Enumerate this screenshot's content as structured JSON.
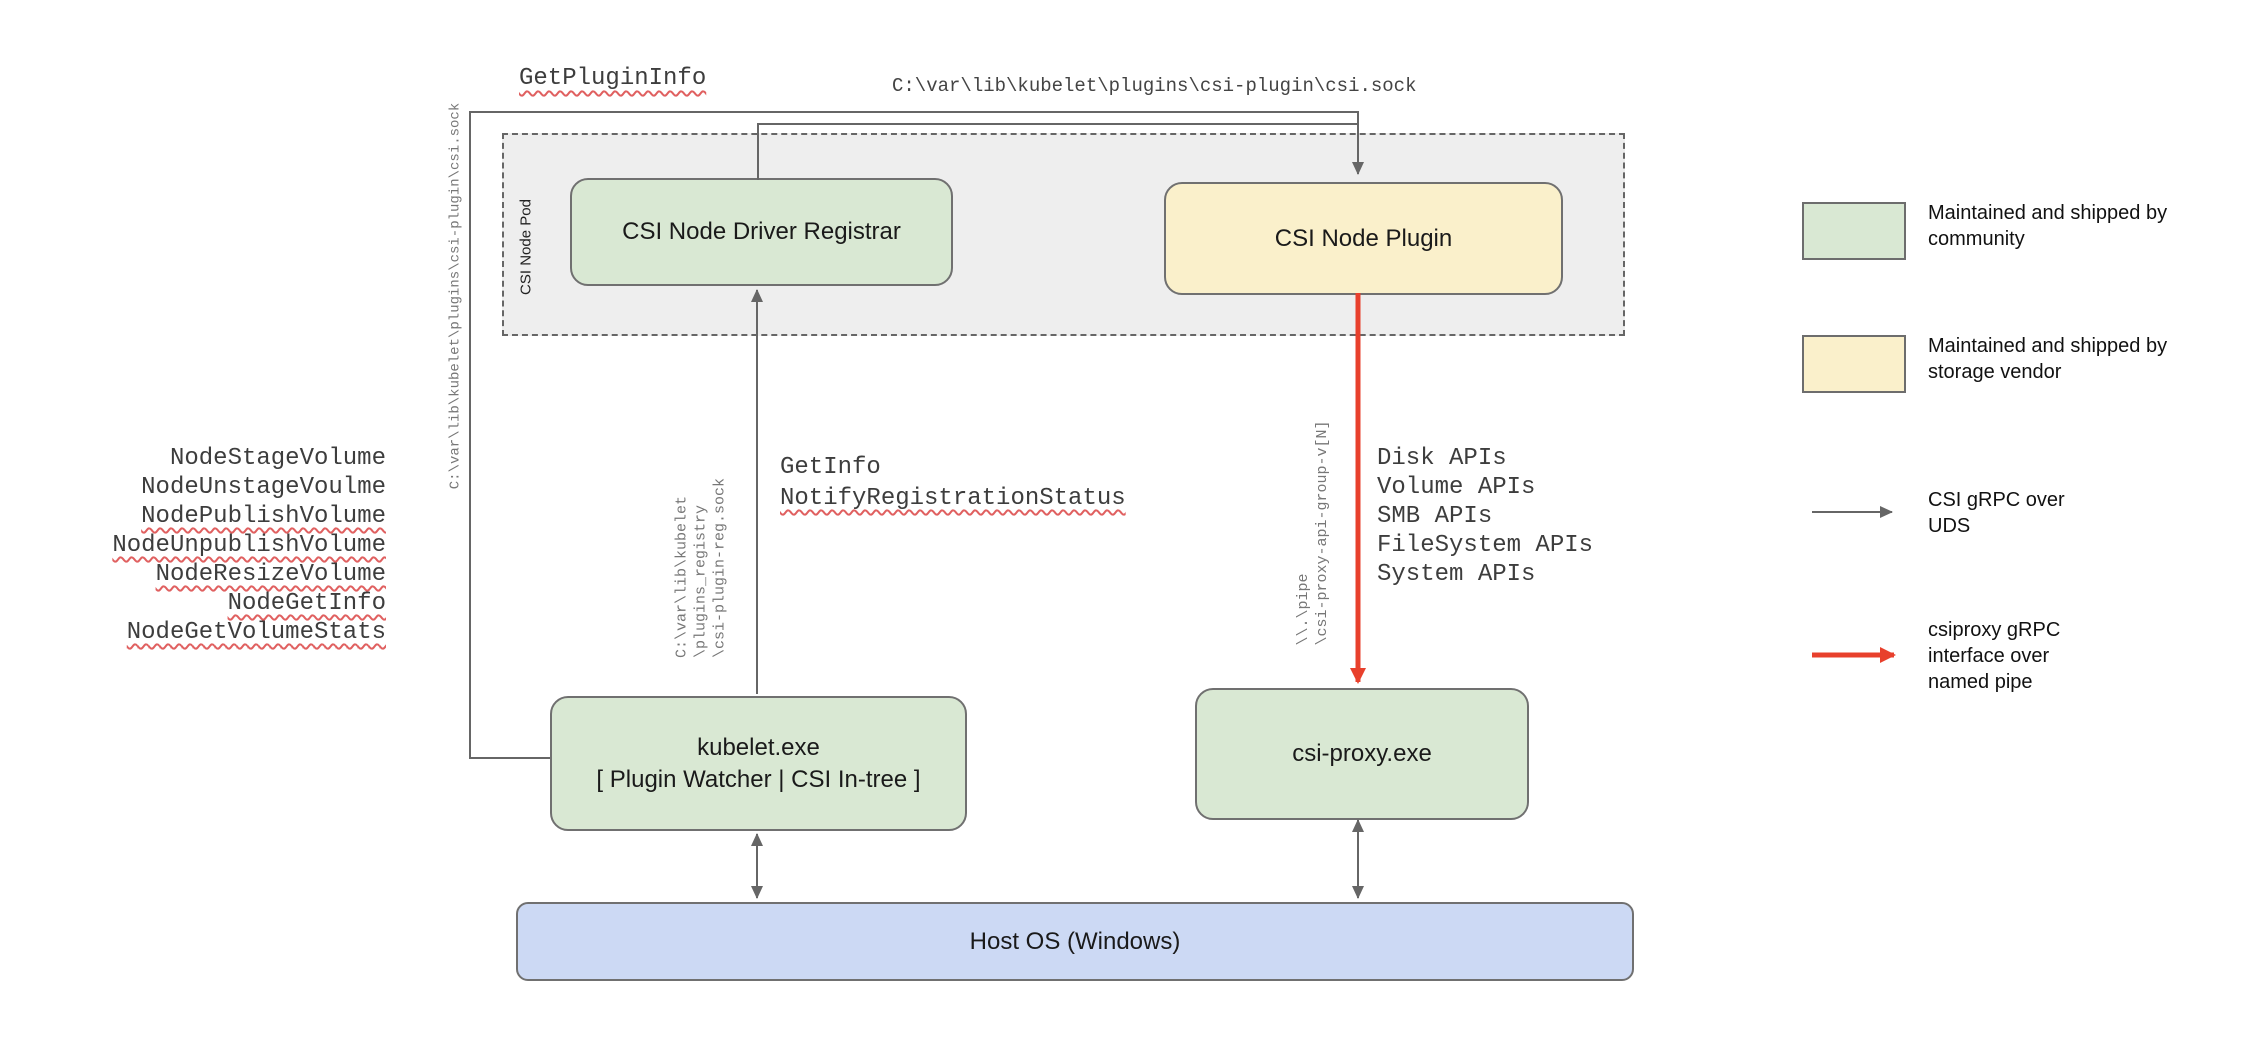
{
  "colors": {
    "community_green": "#d9e8d3",
    "vendor_yellow": "#faf0cb",
    "host_blue": "#ccd9f4",
    "uds_arrow_gray": "#666666",
    "pipe_arrow_red": "#e8402c",
    "squiggle_red": "#e06060"
  },
  "top_labels": {
    "get_plugin_info": "GetPluginInfo",
    "csi_sock_path": "C:\\var\\lib\\kubelet\\plugins\\csi-plugin\\csi.sock"
  },
  "left": {
    "csi_sock_path_vertical": "C:\\var\\lib\\kubelet\\plugins\\csi-plugin\\csi.sock",
    "node_methods": [
      {
        "text": "NodeStageVolume"
      },
      {
        "text": "NodeUnstageVoulme"
      },
      {
        "text": "NodePublishVolume"
      },
      {
        "text": "NodeUnpublishVolume"
      },
      {
        "text": "NodeResizeVolume"
      },
      {
        "text": "NodeGetInfo"
      },
      {
        "text": "NodeGetVolumeStats"
      }
    ]
  },
  "pod": {
    "label": "CSI Node Pod"
  },
  "boxes": {
    "registrar": "CSI Node Driver Registrar",
    "plugin": "CSI Node Plugin",
    "kubelet_line1": "kubelet.exe",
    "kubelet_line2": "[ Plugin Watcher | CSI In-tree ]",
    "proxy": "csi-proxy.exe",
    "host": "Host OS (Windows)"
  },
  "registration": {
    "socket_lines": [
      "C:\\var\\lib\\kubelet",
      "\\plugins_registry",
      "\\csi-plugin-reg.sock"
    ],
    "calls": [
      "GetInfo",
      "NotifyRegistrationStatus"
    ]
  },
  "proxy_channel": {
    "pipe_lines": [
      "\\\\.\\pipe",
      "\\csi-proxy-api-group-v[N]"
    ],
    "apis": [
      "Disk APIs",
      "Volume APIs",
      "SMB APIs",
      "FileSystem APIs",
      "System APIs"
    ]
  },
  "legend": {
    "community": "Maintained and shipped by community",
    "vendor": "Maintained and shipped by storage vendor",
    "uds": "CSI gRPC over UDS",
    "pipe": "csiproxy gRPC interface over named pipe"
  }
}
